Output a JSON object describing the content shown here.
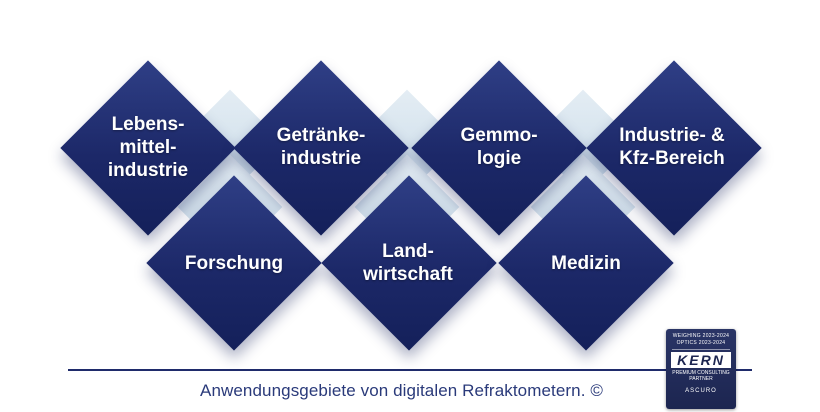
{
  "diagram": {
    "top_row": [
      {
        "id": "lebensmittel",
        "label": "Lebens-\nmittel-\nindustrie"
      },
      {
        "id": "getraenke",
        "label": "Getränke-\nindustrie"
      },
      {
        "id": "gemmologie",
        "label": "Gemmo-\nlogie"
      },
      {
        "id": "industrie-kfz",
        "label": "Industrie- &\nKfz-Bereich"
      }
    ],
    "bottom_row": [
      {
        "id": "forschung",
        "label": "Forschung"
      },
      {
        "id": "landwirtschaft",
        "label": "Land-\nwirtschaft"
      },
      {
        "id": "medizin",
        "label": "Medizin"
      }
    ]
  },
  "caption": "Anwendungsgebiete von digitalen Refraktometern.  ©",
  "badge": {
    "line1": "WEIGHING  2023-2024",
    "line2": "OPTICS  2023-2024",
    "logo": "KERN",
    "sub1": "PREMIUM CONSULTING",
    "sub2": "PARTNER",
    "name": "ASCURO"
  },
  "colors": {
    "diamond": "#1c2868",
    "decor": "#d3e2ec",
    "rule": "#1f2b6b",
    "caption": "#2a3a7a"
  }
}
